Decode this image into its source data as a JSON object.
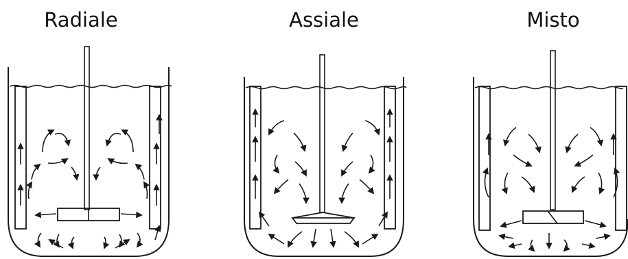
{
  "colors": {
    "ink": "#1a1a1a",
    "background": "#ffffff"
  },
  "panels": [
    {
      "title": "Radiale",
      "impeller": "flat-blade-turbine"
    },
    {
      "title": "Assiale",
      "impeller": "pitched-blade-turbine"
    },
    {
      "title": "Misto",
      "impeller": "angled-disk-turbine"
    }
  ]
}
